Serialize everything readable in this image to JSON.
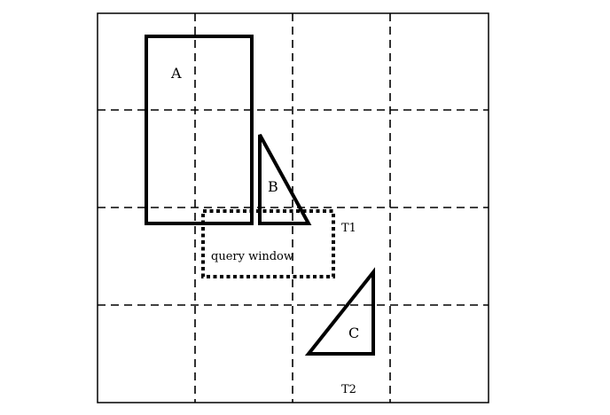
{
  "labels": {
    "rect_a": "A",
    "triangle_b": "B",
    "triangle_c": "C",
    "query_window": "query window",
    "t1": "T1",
    "t2": "T2"
  },
  "colors": {
    "stroke": "#000000",
    "background": "#ffffff"
  }
}
